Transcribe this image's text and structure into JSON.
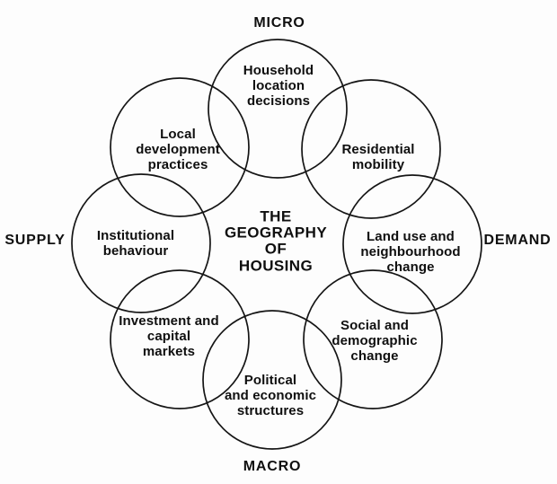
{
  "diagram": {
    "center_title": "THE\nGEOGRAPHY\nOF\nHOUSING",
    "axes": {
      "top": "MICRO",
      "right": "DEMAND",
      "bottom": "MACRO",
      "left": "SUPPLY"
    },
    "circles": [
      {
        "id": "household-location-decisions",
        "label": "Household\nlocation\ndecisions"
      },
      {
        "id": "residential-mobility",
        "label": "Residential\nmobility"
      },
      {
        "id": "land-use-and-neighbourhood-change",
        "label": "Land use and\nneighbourhood\nchange"
      },
      {
        "id": "social-and-demographic-change",
        "label": "Social and\ndemographic\nchange"
      },
      {
        "id": "political-and-economic-structures",
        "label": "Political\nand economic\nstructures"
      },
      {
        "id": "investment-and-capital-markets",
        "label": "Investment and\ncapital\nmarkets"
      },
      {
        "id": "institutional-behaviour",
        "label": "Institutional\nbehaviour"
      },
      {
        "id": "local-development-practices",
        "label": "Local\ndevelopment\npractices"
      }
    ],
    "colors": {
      "ink": "#151515",
      "background": "#fdfdfd"
    }
  }
}
